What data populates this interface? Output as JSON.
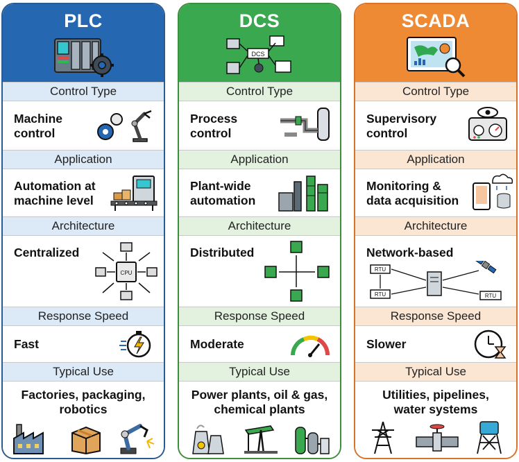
{
  "columns": [
    {
      "title": "PLC",
      "rows": [
        {
          "label": "Control Type",
          "value1": "Machine",
          "value2": "control"
        },
        {
          "label": "Application",
          "value1": "Automation at",
          "value2": "machine level"
        },
        {
          "label": "Architecture",
          "value1": "Centralized",
          "value2": "",
          "diagram_text": "CPU"
        },
        {
          "label": "Response Speed",
          "value1": "Fast",
          "value2": ""
        },
        {
          "label": "Typical Use",
          "value1": "Factories, packaging,",
          "value2": "robotics"
        }
      ]
    },
    {
      "title": "DCS",
      "header_icon_text": "DCS",
      "rows": [
        {
          "label": "Control Type",
          "value1": "Process",
          "value2": "control"
        },
        {
          "label": "Application",
          "value1": "Plant-wide",
          "value2": "automation"
        },
        {
          "label": "Architecture",
          "value1": "Distributed",
          "value2": ""
        },
        {
          "label": "Response Speed",
          "value1": "Moderate",
          "value2": ""
        },
        {
          "label": "Typical Use",
          "value1": "Power plants, oil & gas,",
          "value2": "chemical plants"
        }
      ]
    },
    {
      "title": "SCADA",
      "rows": [
        {
          "label": "Control Type",
          "value1": "Supervisory",
          "value2": "control"
        },
        {
          "label": "Application",
          "value1": "Monitoring &",
          "value2": "data acquisition"
        },
        {
          "label": "Architecture",
          "value1": "Network-based",
          "value2": "",
          "diagram_text": [
            "RTU",
            "RTU",
            "RTU"
          ]
        },
        {
          "label": "Response Speed",
          "value1": "Slower",
          "value2": ""
        },
        {
          "label": "Typical Use",
          "value1": "Utilities, pipelines,",
          "value2": "water systems"
        }
      ]
    }
  ],
  "colors": {
    "plc": "#2567b0",
    "dcs": "#3aa84f",
    "scada": "#ee8a34"
  },
  "icons": {
    "plc": [
      "plc-rack-gear-icon",
      "gears-robot-arm-icon",
      "conveyor-machine-icon",
      "centralized-cpu-icon",
      "stopwatch-lightning-icon",
      "factory-icon",
      "package-box-icon",
      "robot-arm-icon"
    ],
    "dcs": [
      "dcs-network-icon",
      "pipes-tank-icon",
      "plant-towers-icon",
      "distributed-nodes-icon",
      "gauge-icon",
      "power-plant-icon",
      "oil-pumpjack-icon",
      "chemical-tanks-icon"
    ],
    "scada": [
      "monitor-map-chart-icon",
      "eye-dashboard-icon",
      "tablet-cloud-database-icon",
      "network-rtu-satellite-icon",
      "clock-hourglass-icon",
      "power-tower-icon",
      "pipeline-valve-icon",
      "water-tower-icon"
    ]
  }
}
